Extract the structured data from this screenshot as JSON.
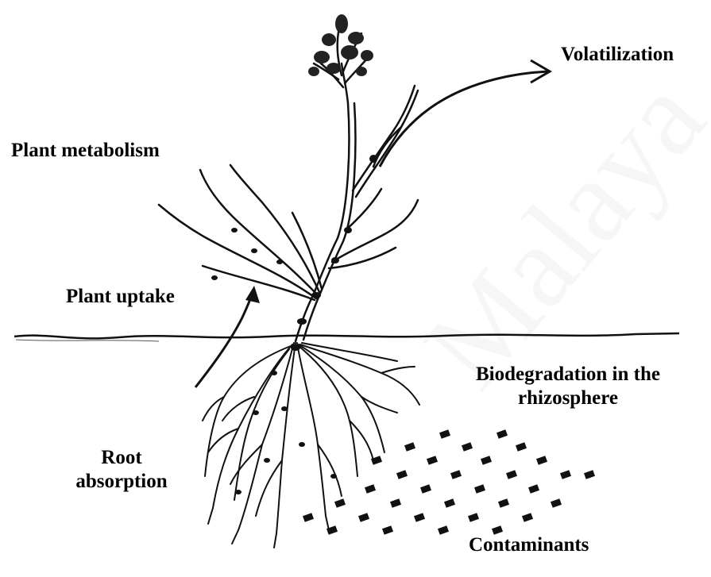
{
  "labels": {
    "volatilization": "Volatilization",
    "plant_metabolism": "Plant metabolism",
    "plant_uptake": "Plant uptake",
    "biodegradation_line1": "Biodegradation in the",
    "biodegradation_line2": "rhizosphere",
    "root_absorption_line1": "Root",
    "root_absorption_line2": "absorption",
    "contaminants": "Contaminants"
  },
  "watermark": "Malaya",
  "colors": {
    "ink": "#111111",
    "background": "#ffffff"
  },
  "icons": [
    "plant-illustration",
    "roots-illustration",
    "contaminant-particles",
    "volatilization-arrow",
    "uptake-arrow"
  ]
}
